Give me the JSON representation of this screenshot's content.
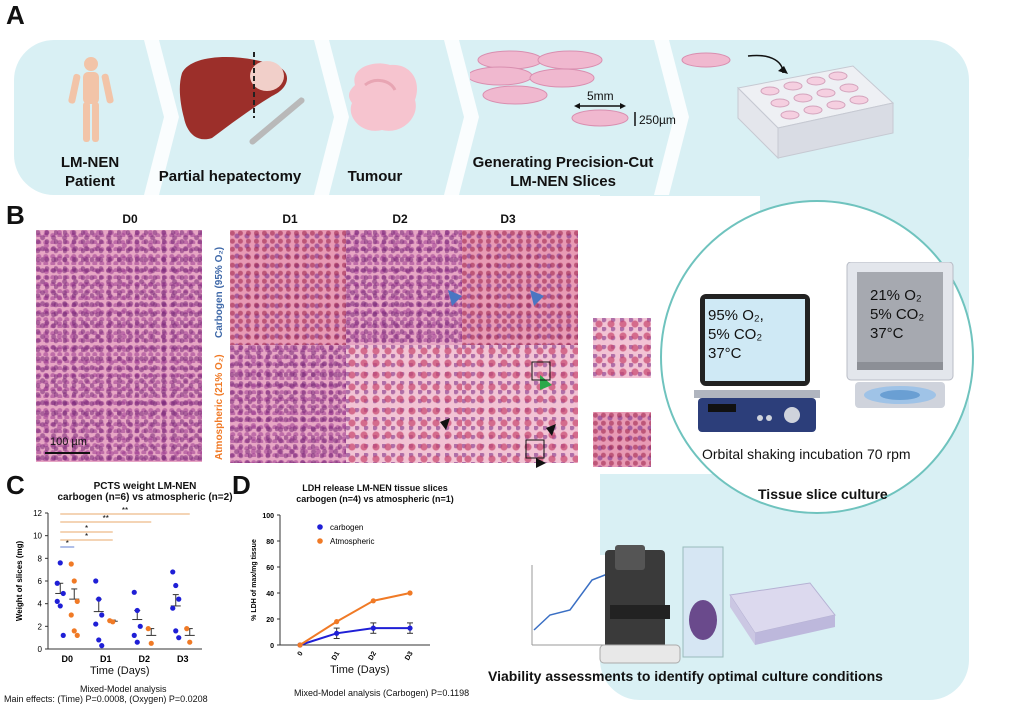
{
  "panels": {
    "a": "A",
    "b": "B",
    "c": "C",
    "d": "D"
  },
  "workflow": {
    "steps": [
      "LM-NEN\nPatient",
      "Partial hepatectomy",
      "Tumour",
      "Generating Precision-Cut\nLM-NEN Slices"
    ],
    "dim_width": "5mm",
    "dim_thickness": "250µm"
  },
  "histology": {
    "d0": "D0",
    "days": [
      "D1",
      "D2",
      "D3"
    ],
    "row_carbogen": "Carbogen (95% O₂)",
    "row_atmospheric": "Atmospheric (21% O₂)",
    "scalebar": "100 µm"
  },
  "culture": {
    "monitor": [
      "95% O₂,",
      "5% CO₂",
      "37°C"
    ],
    "incubator": [
      "21% O₂",
      "5% CO₂",
      "37°C"
    ],
    "shaking": "Orbital shaking incubation 70 rpm",
    "title": "Tissue slice culture"
  },
  "viability": {
    "title": "Viability assessments to identify optimal culture conditions"
  },
  "colors": {
    "carbogen": "#1f1fd6",
    "atmospheric": "#f07a26",
    "workflow_bg": "#d9f0f4",
    "circle_border": "#6fc3be"
  },
  "chart_data": [
    {
      "type": "scatter",
      "title": "PCTS weight LM-NEN",
      "subtitle": "carbogen (n=6) vs atmospheric (n=2)",
      "xlabel": "Time (Days)",
      "ylabel": "Weight of slices (mg)",
      "categories": [
        "D0",
        "D1",
        "D2",
        "D3"
      ],
      "ylim": [
        0,
        12
      ],
      "yticks": [
        0,
        2,
        4,
        6,
        8,
        10,
        12
      ],
      "series": [
        {
          "name": "carbogen",
          "points": [
            [
              5.8,
              7.6,
              4.9,
              4.2,
              3.8,
              1.2
            ],
            [
              6.0,
              4.4,
              3.0,
              2.2,
              0.8,
              0.3
            ],
            [
              5.0,
              3.4,
              2.0,
              1.2,
              0.6
            ],
            [
              6.8,
              5.6,
              4.4,
              3.6,
              1.6,
              1.0
            ]
          ],
          "means": [
            4.9,
            3.3,
            2.6,
            3.8
          ],
          "errors": [
            0.9,
            1.1,
            0.8,
            1.0
          ]
        },
        {
          "name": "atmospheric",
          "points": [
            [
              7.5,
              6.0,
              4.2,
              3.0,
              1.6,
              1.2
            ],
            [
              2.5,
              2.4
            ],
            [
              1.8,
              0.5
            ],
            [
              1.8,
              0.6
            ]
          ],
          "means": [
            4.4,
            2.45,
            1.2,
            1.2
          ],
          "errors": [
            0.9,
            0.1,
            0.6,
            0.6
          ]
        }
      ],
      "significance": [
        {
          "label": "*",
          "from": "D0",
          "to": "D0"
        },
        {
          "label": "*",
          "from": "D0",
          "to": "D1"
        },
        {
          "label": "*",
          "from": "D0",
          "to": "D1"
        },
        {
          "label": "**",
          "from": "D0",
          "to": "D2"
        },
        {
          "label": "**",
          "from": "D0",
          "to": "D3"
        }
      ],
      "footnote": [
        "Mixed-Model analysis",
        "Main effects: (Time) P=0.0008, (Oxygen) P=0.0208"
      ]
    },
    {
      "type": "line",
      "title": "LDH release LM-NEN tissue slices",
      "subtitle": "carbogen (n=4) vs atmospheric (n=1)",
      "xlabel": "Time (Days)",
      "ylabel": "% LDH of max/mg tissue",
      "categories": [
        "0",
        "D1",
        "D2",
        "D3"
      ],
      "ylim": [
        0,
        100
      ],
      "yticks": [
        0,
        20,
        40,
        60,
        80,
        100
      ],
      "legend": "top-left",
      "series": [
        {
          "name": "carbogen",
          "values": [
            0,
            9,
            13,
            13
          ],
          "errors": [
            0,
            4,
            4,
            4
          ]
        },
        {
          "name": "Atmospheric",
          "values": [
            0,
            18,
            34,
            40
          ]
        }
      ],
      "footnote": "Mixed-Model analysis (Carbogen) P=0.1198"
    }
  ]
}
